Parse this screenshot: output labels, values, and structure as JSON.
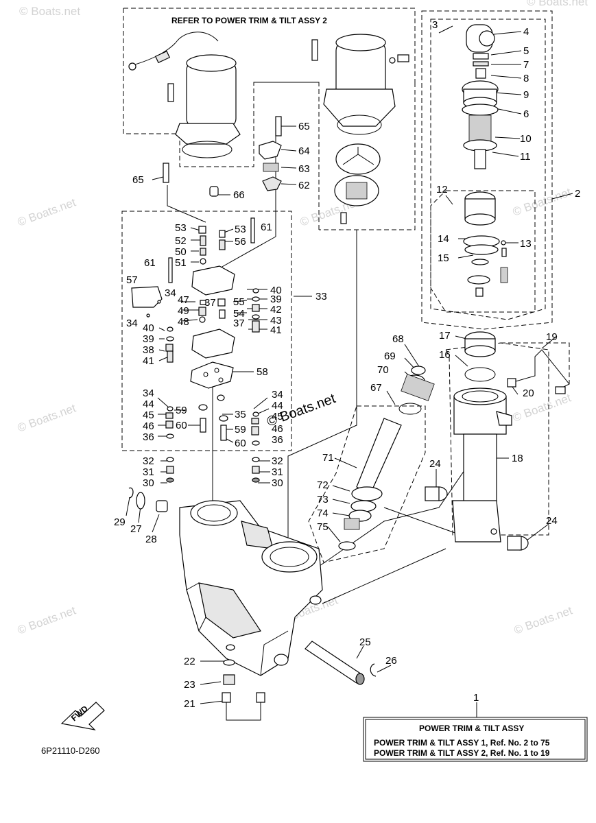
{
  "header": {
    "refer_note": "REFER TO  POWER TRIM & TILT ASSY 2"
  },
  "diagram_code": "6P21110-D260",
  "watermark": {
    "text": "© Boats.net",
    "dark_text": "© Boats.net"
  },
  "fwd_label": "FWD",
  "legend": {
    "title": "POWER TRIM & TILT ASSY",
    "line1": "POWER TRIM & TILT ASSY 1,  Ref. No. 2 to 75",
    "line2": "POWER TRIM & TILT ASSY 2,  Ref. No. 1 to 19"
  },
  "callouts": [
    "4",
    "5",
    "7",
    "8",
    "9",
    "6",
    "10",
    "11",
    "3",
    "2",
    "12",
    "13",
    "14",
    "15",
    "65",
    "64",
    "63",
    "62",
    "65",
    "66",
    "53",
    "52",
    "50",
    "51",
    "61",
    "53",
    "56",
    "61",
    "57",
    "34",
    "47",
    "37",
    "55",
    "49",
    "48",
    "54",
    "40",
    "39",
    "42",
    "43",
    "37",
    "41",
    "34",
    "40",
    "39",
    "38",
    "41",
    "33",
    "58",
    "34",
    "44",
    "45",
    "46",
    "36",
    "59",
    "60",
    "34",
    "44",
    "45",
    "35",
    "59",
    "46",
    "36",
    "60",
    "32",
    "31",
    "30",
    "32",
    "31",
    "30",
    "68",
    "69",
    "70",
    "67",
    "17",
    "16",
    "19",
    "20",
    "18",
    "24",
    "24",
    "71",
    "72",
    "73",
    "74",
    "75",
    "29",
    "27",
    "28",
    "25",
    "26",
    "22",
    "23",
    "21",
    "1"
  ]
}
